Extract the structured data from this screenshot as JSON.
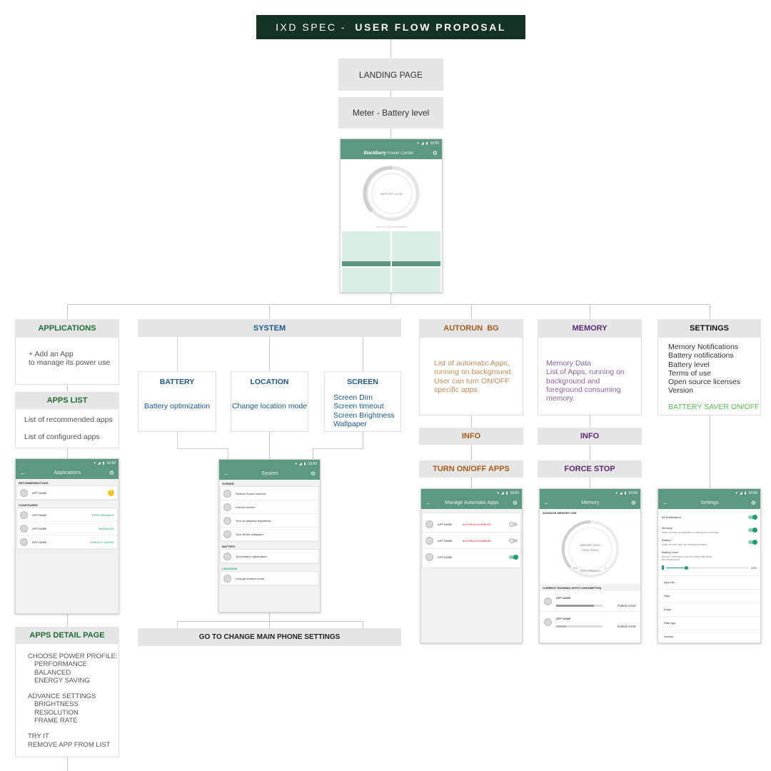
{
  "header": {
    "prefix": "IXD SPEC - ",
    "bold": "USER FLOW PROPOSAL"
  },
  "flow": {
    "landing": "LANDING PAGE",
    "meter": "Meter - Battery level"
  },
  "landing_phone": {
    "status_time": "10:50",
    "brand": "BlackBerry",
    "app_name": "Power Center",
    "gauge_label": "BATTERY LEVEL",
    "gauge_sub": "ABOUT 1 DAY REMAINING"
  },
  "applications": {
    "title": "APPLICATIONS",
    "add_line1": "+ Add an App",
    "add_line2": "to manage its power use"
  },
  "apps_list": {
    "title": "APPS LIST",
    "items": [
      "List of recommended apps",
      "List of configured apps"
    ]
  },
  "apps_phone": {
    "status_time": "10:50",
    "title": "Applications",
    "recommendations": "RECOMMENDATIONS",
    "configured": "CONFIGURED",
    "app_name": "APP NAME",
    "warn": "!",
    "profiles": [
      "PERFORMANCE",
      "BALANCED",
      "ENERGY SAVING"
    ]
  },
  "apps_detail": {
    "title": "APPS DETAIL PAGE",
    "choose": "CHOOSE POWER PROFILE:",
    "profiles": [
      "PERFORMANCE",
      "BALANCED",
      "ENERGY SAVING"
    ],
    "advanced": "ADVANCE SETTINGS",
    "adv_items": [
      "BRIGHTNESS",
      "RESOLUTION",
      "FRAME RATE"
    ],
    "try_it": "TRY IT",
    "remove": "REMOVE APP FROM LIST"
  },
  "system": {
    "title": "SYSTEM",
    "battery": {
      "title": "BATTERY",
      "text": "Battery optimization"
    },
    "location": {
      "title": "LOCATION",
      "text": "Change location mode"
    },
    "screen": {
      "title": "SCREEN",
      "lines": [
        "Screen Dim",
        "Screen timeout",
        "Screen Brightness",
        "Wallpaper"
      ]
    },
    "goto": "GO TO CHANGE MAIN PHONE SETTINGS"
  },
  "system_phone": {
    "status_time": "10:50",
    "title": "System",
    "screen_section": "SCREEN",
    "screen_items": [
      "Reduce Screen timeout",
      "Dim the screen",
      "Turn on adaptive brightness",
      "Turn off live wallpaper"
    ],
    "battery_section": "BATTERY",
    "battery_item": "Turn battery optimization",
    "location_section": "LOCATION",
    "location_item": "Change location mode"
  },
  "autorun": {
    "title": "AUTORUN  BG",
    "desc": "List of automatic Apps, running on background. User can turn ON/OFF specific apps",
    "info": "INFO",
    "turn": "TURN ON/OFF APPS"
  },
  "autorun_phone": {
    "status_time": "10:50",
    "title": "Manage Automatic Apps",
    "app_name": "APP NAME",
    "disabled": "AUTORUN DISABLED"
  },
  "memory": {
    "title": "MEMORY",
    "desc": "Memory Data\nList of Apps, running on background and foreground consuming memory.",
    "info": "INFO",
    "force": "FORCE STOP"
  },
  "memory_phone": {
    "status_time": "10:50",
    "title": "Memory",
    "avg": "AVARAGE MEMORY USE",
    "g1": "MEMORY USED",
    "g2": "FREE SPACE",
    "g3": "PERFORMANCE",
    "gmin": "0%",
    "gmax": "0",
    "consumption": "CURRENT RUNNING APPS CONSUMPTION",
    "app_name": "APP NAME",
    "force": "FORCE STOP"
  },
  "settings": {
    "title": "SETTINGS",
    "items": [
      "Memory Notifications",
      "Battery notifications",
      "Battery level",
      "Terms of use",
      "Open source licenses",
      "Version"
    ],
    "saver": "BATTERY SAVER ON/OFF"
  },
  "settings_phone": {
    "status_time": "10:50",
    "title": "Settings",
    "all": "All Notifications",
    "memory": "Memory",
    "memory_d": "Notify me when an Application is running low on memory",
    "battery": "Battery",
    "battery_d": "Notify me when apps are draining my battery",
    "level": "Battery Level",
    "level_d": "Receive Notifications when the battery falls below the following level",
    "pct": "22%",
    "menu": [
      "App Info",
      "Help",
      "Legal",
      "Rate App",
      "Version"
    ]
  },
  "colors": {
    "applications": "#1d6b34",
    "system": "#1b5891",
    "autorun": "#a65c1c",
    "memory": "#5a2a77",
    "saver": "#56c456",
    "phone_green": "#5d9880"
  }
}
